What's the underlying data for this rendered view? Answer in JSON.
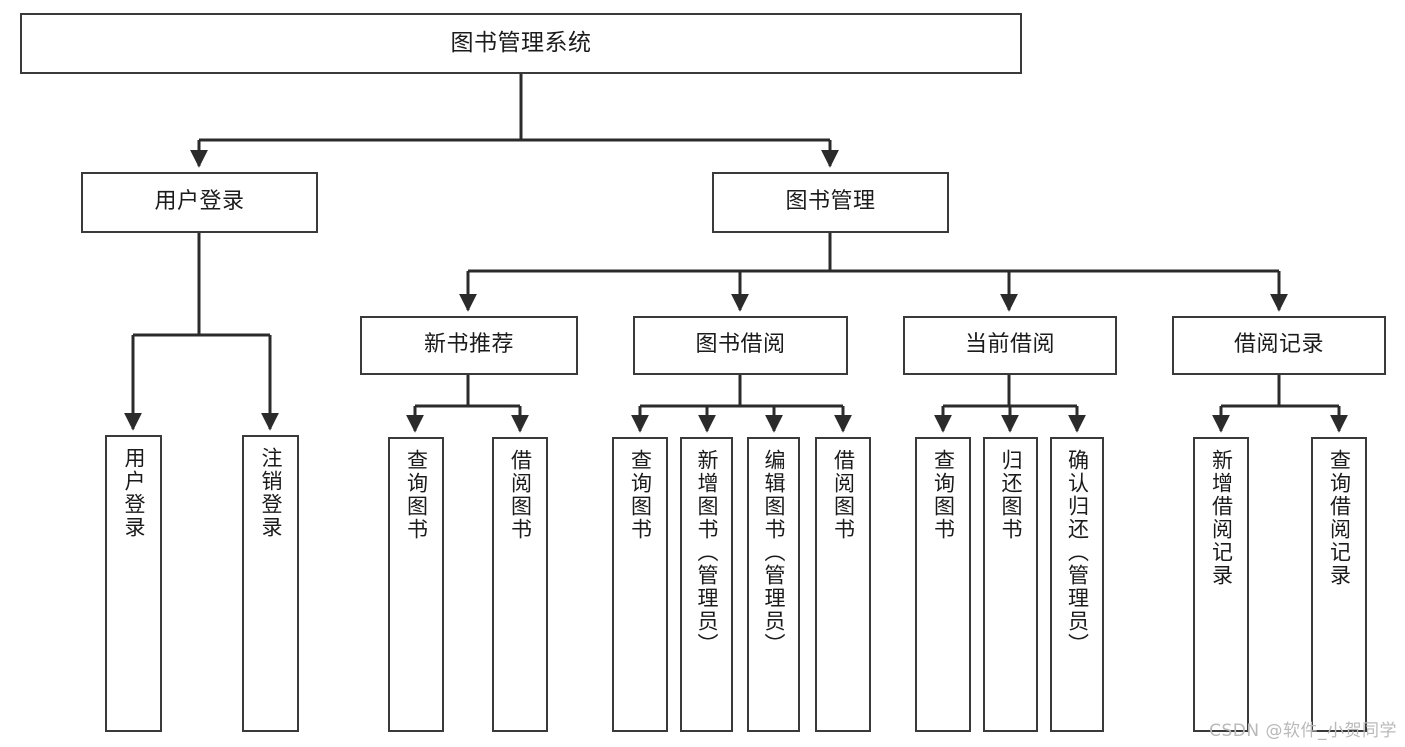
{
  "diagram": {
    "type": "tree",
    "title": "图书管理系统",
    "orientation": "top-down",
    "colors": {
      "background": "#ffffff",
      "box_border": "#3a3a3a",
      "box_fill": "#ffffff",
      "connector": "#2b2b2b",
      "text": "#1b1b1b",
      "watermark": "#b9b9b9"
    },
    "levels": {
      "root": {
        "label": "图书管理系统"
      },
      "level2": [
        {
          "id": "user-login",
          "label": "用户登录"
        },
        {
          "id": "book-manage",
          "label": "图书管理"
        }
      ],
      "level3": [
        {
          "id": "new-book-recommend",
          "label": "新书推荐"
        },
        {
          "id": "book-borrow",
          "label": "图书借阅"
        },
        {
          "id": "current-borrow",
          "label": "当前借阅"
        },
        {
          "id": "borrow-record",
          "label": "借阅记录"
        }
      ],
      "leaves": {
        "user_login": [
          {
            "id": "leaf-user-login",
            "label": "用户登录"
          },
          {
            "id": "leaf-logout-login",
            "label": "注销登录"
          }
        ],
        "new_book_recommend": [
          {
            "id": "leaf-query-book-1",
            "label": "查询图书"
          },
          {
            "id": "leaf-borrow-book-1",
            "label": "借阅图书"
          }
        ],
        "book_borrow": [
          {
            "id": "leaf-query-book-2",
            "label": "查询图书"
          },
          {
            "id": "leaf-add-book",
            "label": "新增图书（管理员）"
          },
          {
            "id": "leaf-edit-book",
            "label": "编辑图书（管理员）"
          },
          {
            "id": "leaf-borrow-book-2",
            "label": "借阅图书"
          }
        ],
        "current_borrow": [
          {
            "id": "leaf-query-book-3",
            "label": "查询图书"
          },
          {
            "id": "leaf-return-book",
            "label": "归还图书"
          },
          {
            "id": "leaf-confirm-return",
            "label": "确认归还（管理员）"
          }
        ],
        "borrow_record": [
          {
            "id": "leaf-add-record",
            "label": "新增借阅记录"
          },
          {
            "id": "leaf-query-record",
            "label": "查询借阅记录"
          }
        ]
      }
    }
  },
  "watermark": {
    "text": "CSDN @软件_小贺同学"
  }
}
